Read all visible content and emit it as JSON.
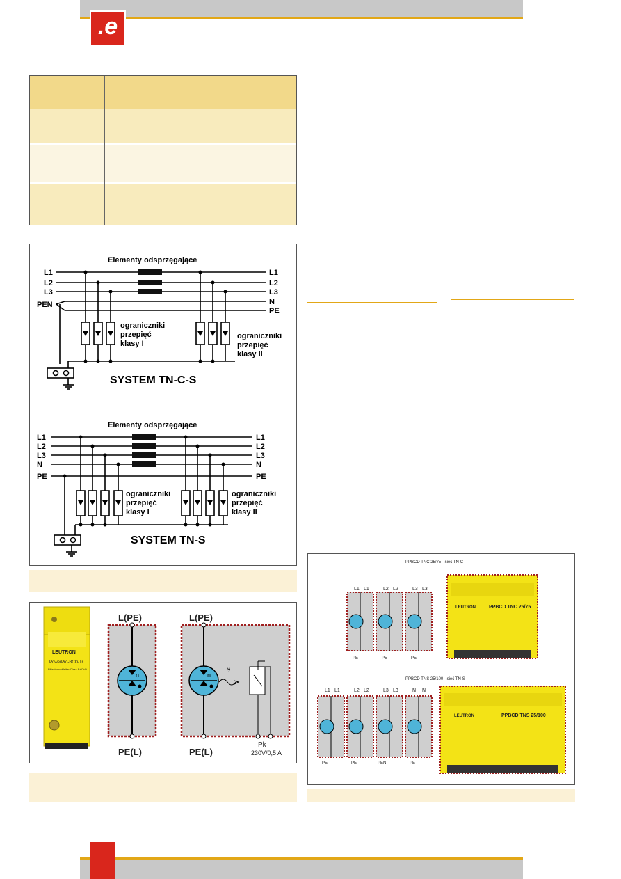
{
  "header": {
    "logo_text": ".e"
  },
  "diagram_tncs": {
    "title": "Elementy odsprzęgające",
    "left_lines": [
      "L1",
      "L2",
      "L3",
      "PEN"
    ],
    "right_lines": [
      "L1",
      "L2",
      "L3",
      "N",
      "PE"
    ],
    "label_class1": [
      "ograniczniki",
      "przepięć",
      "klasy I"
    ],
    "label_class2": [
      "ograniczniki",
      "przepięć",
      "klasy II"
    ],
    "system": "SYSTEM TN-C-S"
  },
  "diagram_tns": {
    "title": "Elementy odsprzęgające",
    "left_lines": [
      "L1",
      "L2",
      "L3",
      "N",
      "PE"
    ],
    "right_lines": [
      "L1",
      "L2",
      "L3",
      "N",
      "PE"
    ],
    "label_class1": [
      "ograniczniki",
      "przepięć",
      "klasy I"
    ],
    "label_class2": [
      "ograniczniki",
      "przepięć",
      "klasy II"
    ],
    "system": "SYSTEM TN-S"
  },
  "device_figure": {
    "brand": "LEUTRON",
    "model": "PowerPro-BCD-Tr",
    "desc": "Blitzstromableiter Class B+C+D",
    "top_left_label": "L(PE)",
    "bottom_left_label": "PE(L)",
    "top_right_label": "L(PE)",
    "bottom_right_label": "PE(L)",
    "pk_label": "Pk",
    "pk_rating": "230V/0,5 A",
    "theta": "ϑ",
    "n": "n"
  },
  "product_figure": {
    "tnc_title": "PPBCD TNC 25/75  - sieć TN-C",
    "tnc_labels": [
      "L1",
      "L1",
      "L2",
      "L2",
      "L3",
      "L3"
    ],
    "tnc_pe": [
      "PE",
      "PE",
      "PE"
    ],
    "tnc_model": "PPBCD TNC 25/75",
    "tns_title": "PPBCD TNS 25/100  - sieć TN-S",
    "tns_labels": [
      "L1",
      "L1",
      "L2",
      "L2",
      "L3",
      "L3",
      "N",
      "N"
    ],
    "tns_pe": [
      "PE",
      "PE",
      "PEN",
      "PE"
    ],
    "tns_model": "PPBCD TNS 25/100",
    "brand": "LEUTRON"
  },
  "colors": {
    "accent": "#e2a717",
    "logo_red": "#d9261c",
    "table_head": "#f2d98a",
    "device_yellow": "#f3e316",
    "spd_blue": "#4fb4d8"
  }
}
